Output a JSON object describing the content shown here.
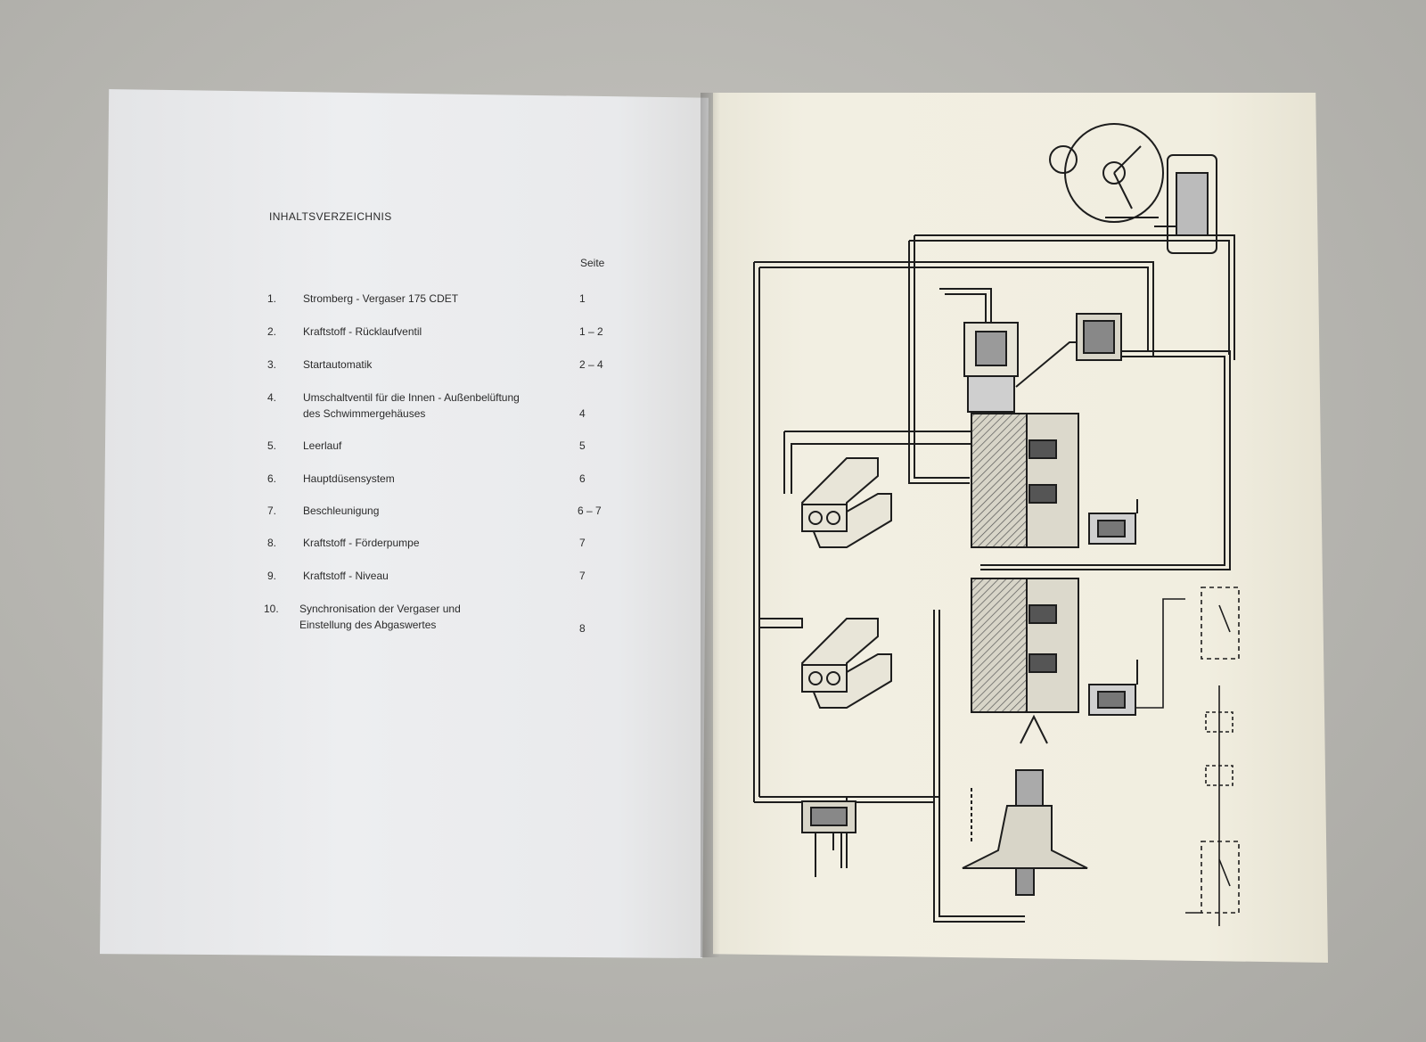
{
  "heading": "INHALTSVERZEICHNIS",
  "page_col_label": "Seite",
  "toc": [
    {
      "num": "1.",
      "title": "Stromberg - Vergaser 175 CDET",
      "title2": "",
      "page": "1"
    },
    {
      "num": "2.",
      "title": "Kraftstoff - Rücklaufventil",
      "title2": "",
      "page": "1 – 2"
    },
    {
      "num": "3.",
      "title": "Startautomatik",
      "title2": "",
      "page": "2 – 4"
    },
    {
      "num": "4.",
      "title": "Umschaltventil für die Innen - Außenbelüftung",
      "title2": "des Schwimmergehäuses",
      "page": "4"
    },
    {
      "num": "5.",
      "title": "Leerlauf",
      "title2": "",
      "page": "5"
    },
    {
      "num": "6.",
      "title": "Hauptdüsensystem",
      "title2": "",
      "page": "6"
    },
    {
      "num": "7.",
      "title": "Beschleunigung",
      "title2": "",
      "page": "6 – 7"
    },
    {
      "num": "8.",
      "title": "Kraftstoff - Förderpumpe",
      "title2": "",
      "page": "7"
    },
    {
      "num": "9.",
      "title": "Kraftstoff - Niveau",
      "title2": "",
      "page": "7"
    },
    {
      "num": "10.",
      "title": "Synchronisation der Vergaser und",
      "title2": "Einstellung des Abgaswertes",
      "page": "8"
    }
  ],
  "colors": {
    "paper_left": "#eceef0",
    "paper_right": "#f1eee0",
    "ink": "#2a2a2a"
  }
}
